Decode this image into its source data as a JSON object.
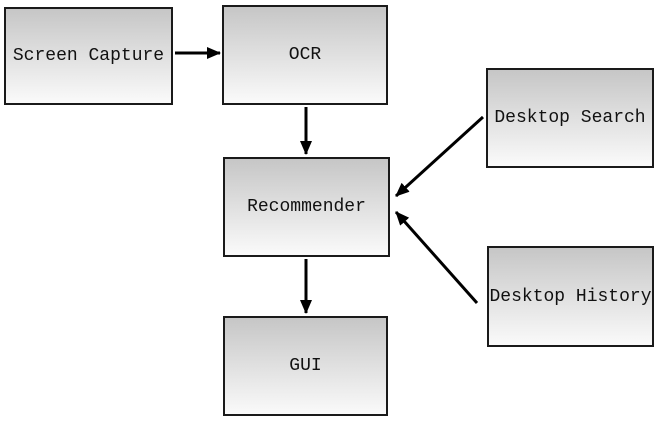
{
  "diagram": {
    "nodes": [
      {
        "id": "screen-capture",
        "label": "Screen Capture"
      },
      {
        "id": "ocr",
        "label": "OCR"
      },
      {
        "id": "desktop-search",
        "label": "Desktop Search"
      },
      {
        "id": "recommender",
        "label": "Recommender"
      },
      {
        "id": "desktop-history",
        "label": "Desktop History"
      },
      {
        "id": "gui",
        "label": "GUI"
      }
    ],
    "edges": [
      {
        "from": "Screen Capture",
        "to": "OCR"
      },
      {
        "from": "OCR",
        "to": "Recommender"
      },
      {
        "from": "Desktop Search",
        "to": "Recommender"
      },
      {
        "from": "Desktop History",
        "to": "Recommender"
      },
      {
        "from": "Recommender",
        "to": "GUI"
      }
    ],
    "colors": {
      "background": "#ffffff",
      "box_border": "#1a1a1a",
      "box_fill_top": "#c6c6c6",
      "box_fill_bottom": "#fafafa",
      "arrow": "#000000"
    }
  }
}
